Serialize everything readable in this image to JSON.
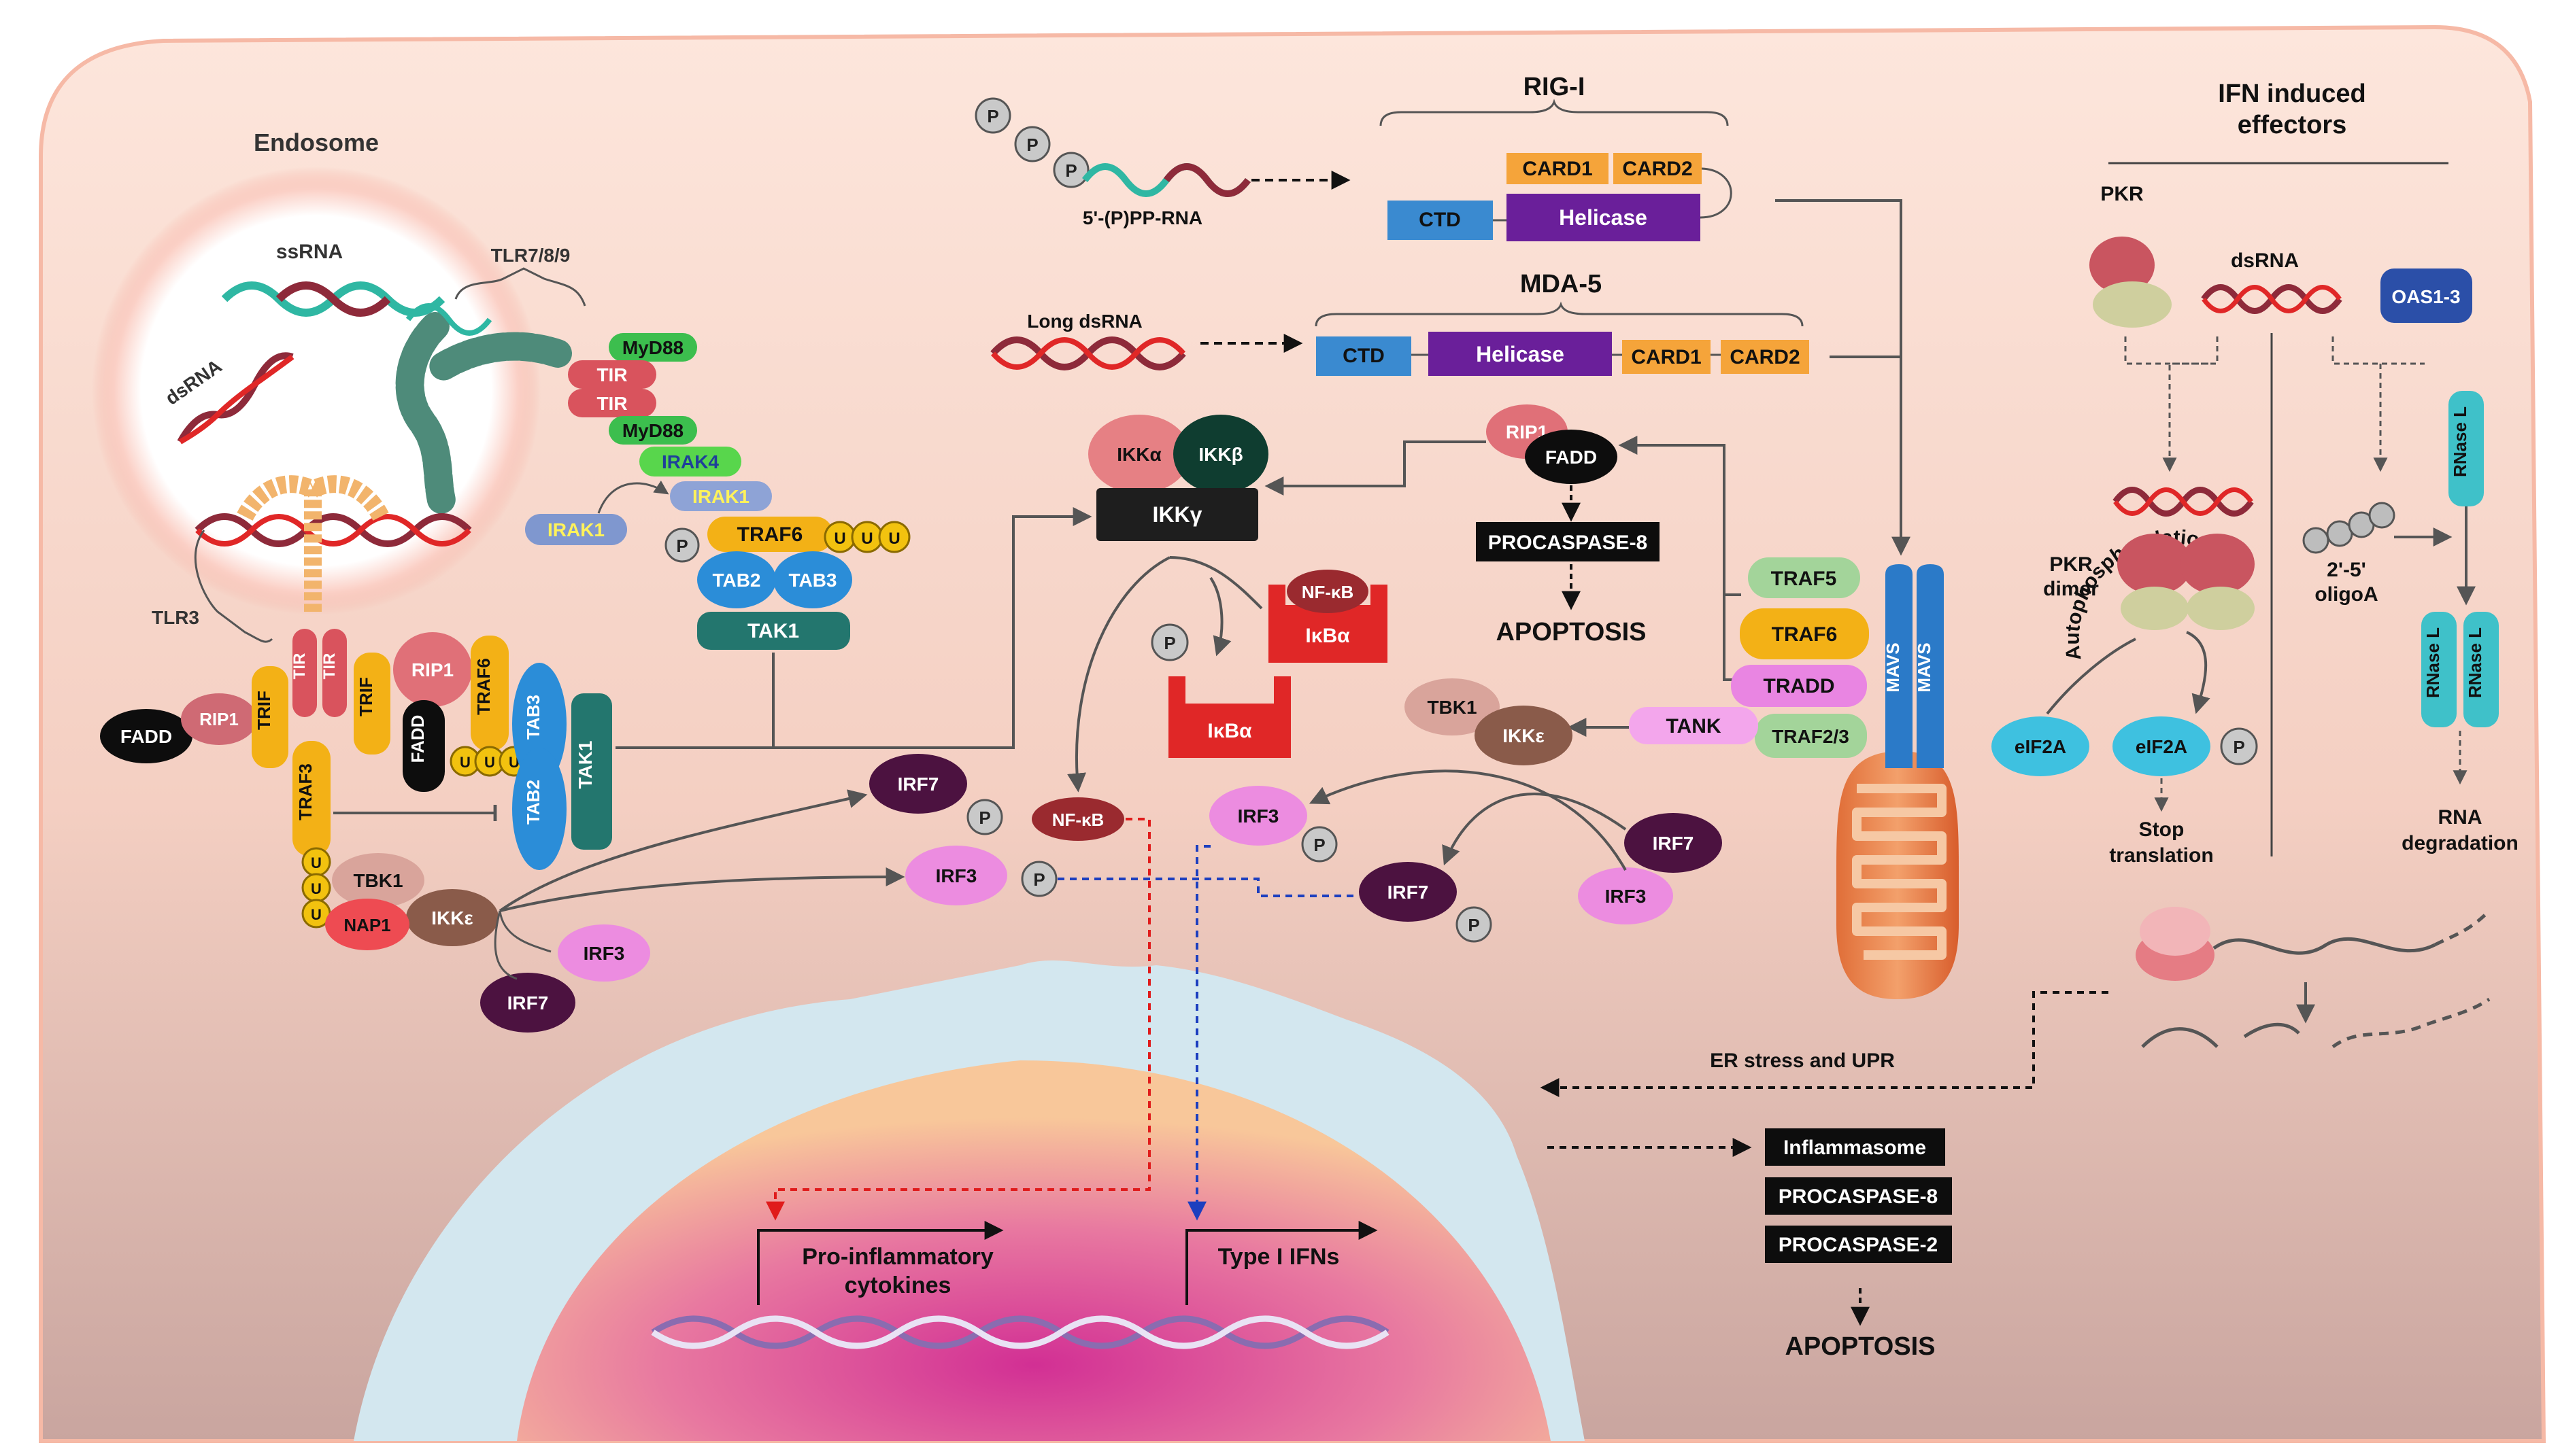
{
  "compartments": {
    "endosome": "Endosome",
    "effectors_title_line1": "IFN induced",
    "effectors_title_line2": "effectors"
  },
  "endosome": {
    "ssrna": "ssRNA",
    "dsrna": "dsRNA",
    "tlr789": "TLR7/8/9",
    "tlr3": "TLR3"
  },
  "myd88_pathway": {
    "myd88_top": "MyD88",
    "tir_1": "TIR",
    "tir_2": "TIR",
    "myd88_bottom": "MyD88",
    "irak4": "IRAK4",
    "irak1_bound": "IRAK1",
    "irak1_free": "IRAK1",
    "p": "P",
    "traf6": "TRAF6",
    "u1": "U",
    "u2": "U",
    "u3": "U",
    "tab2": "TAB2",
    "tab3": "TAB3",
    "tak1": "TAK1"
  },
  "trif_pathway": {
    "fadd": "FADD",
    "rip1_left": "RIP1",
    "trif_left": "TRIF",
    "tir_a": "TIR",
    "tir_b": "TIR",
    "trif_right": "TRIF",
    "rip1_top": "RIP1",
    "fadd_dark": "FADD",
    "traf6": "TRAF6",
    "u1": "U",
    "u2": "U",
    "u3": "U",
    "tab3": "TAB3",
    "tab2": "TAB2",
    "tak1": "TAK1",
    "traf3": "TRAF3",
    "uu1": "U",
    "uu2": "U",
    "uu3": "U",
    "tbk1": "TBK1",
    "ikke": "IKKε",
    "nap1": "NAP1",
    "irf3": "IRF3",
    "irf7": "IRF7"
  },
  "rig_i": {
    "title": "RIG-I",
    "p1": "P",
    "p2": "P",
    "p3": "P",
    "rna_label": "5'-(P)PP-RNA",
    "card1": "CARD1",
    "card2": "CARD2",
    "ctd": "CTD",
    "helicase": "Helicase"
  },
  "mda5": {
    "title": "MDA-5",
    "rna_label": "Long dsRNA",
    "ctd": "CTD",
    "helicase": "Helicase",
    "card1": "CARD1",
    "card2": "CARD2"
  },
  "ikk": {
    "ikka": "IKKα",
    "ikkb": "IKKβ",
    "ikkg": "IKKγ",
    "nfkb": "NF-κB",
    "ikba": "IκBα",
    "p": "P",
    "ikba_free": "IκBα",
    "nfkb_free": "NF-κB"
  },
  "apoptosis_top": {
    "rip1": "RIP1",
    "fadd": "FADD",
    "procaspase8": "PROCASPASE-8",
    "apoptosis": "APOPTOSIS"
  },
  "mavs": {
    "traf5": "TRAF5",
    "traf6": "TRAF6",
    "tradd": "TRADD",
    "traf23": "TRAF2/3",
    "tank": "TANK",
    "tbk1": "TBK1",
    "ikke": "IKKε",
    "mavs1": "MAVS",
    "mavs2": "MAVS"
  },
  "irfs": {
    "irf7_a": "IRF7",
    "p_a": "P",
    "irf3_a": "IRF3",
    "p_b": "P",
    "irf3_b": "IRF3",
    "p_c": "P",
    "irf7_b": "IRF7",
    "p_d": "P",
    "irf7_c": "IRF7",
    "irf3_c": "IRF3"
  },
  "nucleus": {
    "proinflammatory_line1": "Pro-inflammatory",
    "proinflammatory_line2": "cytokines",
    "type1_ifns": "Type I IFNs",
    "inflammasome": "Inflammasome",
    "procaspase8": "PROCASPASE-8",
    "procaspase2": "PROCASPASE-2",
    "apoptosis": "APOPTOSIS",
    "er_stress": "ER stress and UPR"
  },
  "effectors": {
    "pkr": "PKR",
    "dsrna": "dsRNA",
    "oas": "OAS1-3",
    "rnasel_1": "RNase L",
    "autophos": "Autophosphorylation",
    "pkr_dimer_line1": "PKR",
    "pkr_dimer_line2": "dimer",
    "oligoa_line1": "2'-5'",
    "oligoa_line2": "oligoA",
    "rnasel_2": "RNase L",
    "rnasel_3": "RNase L",
    "eif2a_1": "eIF2A",
    "eif2a_2": "eIF2A",
    "p": "P",
    "stop_line1": "Stop",
    "stop_line2": "translation",
    "rnadeg_line1": "RNA",
    "rnadeg_line2": "degradation"
  }
}
